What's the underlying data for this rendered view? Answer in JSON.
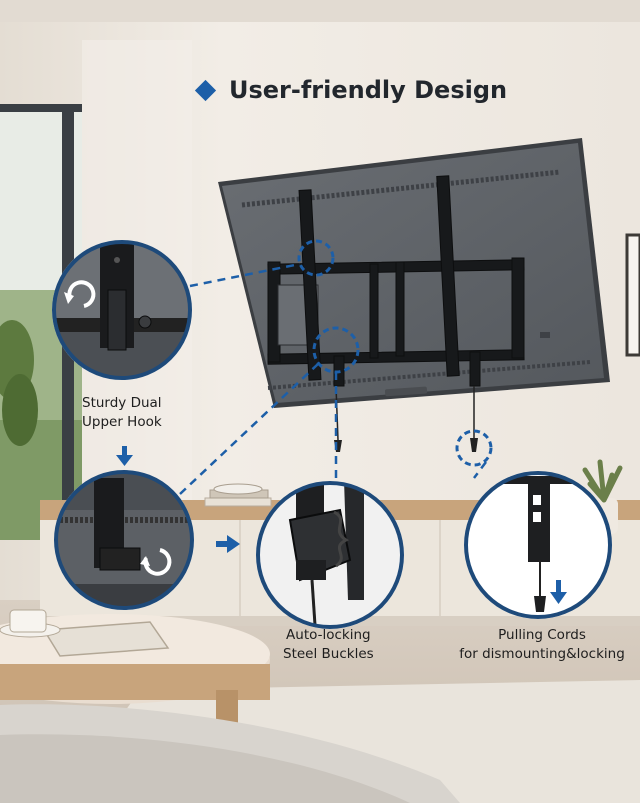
{
  "title": "User-friendly Design",
  "callouts": {
    "upper_hook": {
      "line1": "Sturdy Dual",
      "line2": "Upper Hook"
    },
    "buckles": {
      "line1": "Auto-locking",
      "line2": "Steel Buckles"
    },
    "cords": {
      "line1": "Pulling Cords",
      "line2": "for dismounting&locking"
    }
  },
  "colors": {
    "accent": "#1d5fa8",
    "circle_border": "#1e4a7a",
    "wall": "#efe9e1",
    "tv": "#5f6368"
  },
  "icons": [
    "diamond-bullet-icon",
    "rotate-arrow-icon",
    "down-arrow-icon",
    "right-arrow-icon"
  ]
}
